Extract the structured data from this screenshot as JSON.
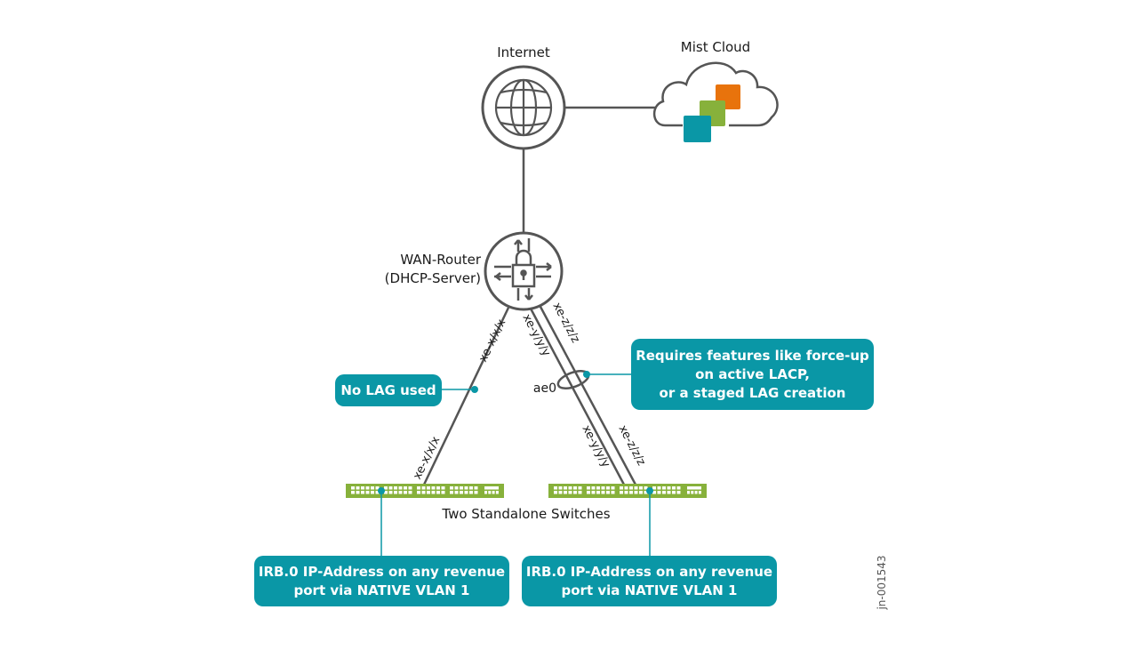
{
  "nodes": {
    "internet": {
      "label": "Internet",
      "icon": "globe-icon"
    },
    "mist_cloud": {
      "label": "Mist Cloud",
      "icon": "cloud-icon",
      "colors": [
        "#e8730c",
        "#87b13b",
        "#0a97a6"
      ]
    },
    "wan_router": {
      "label_line1": "WAN-Router",
      "label_line2": "(DHCP-Server)",
      "icon": "router-lock-icon"
    },
    "switches": {
      "label": "Two Standalone Switches",
      "color": "#87b13b"
    }
  },
  "links": {
    "left_top": "xe-x/x/x",
    "left_bottom": "xe-x/x/x",
    "mid_top": "xe-y/y/y",
    "mid_bottom": "xe-y/y/y",
    "right_top": "xe-z/z/z",
    "right_bottom": "xe-z/z/z",
    "lag": "ae0"
  },
  "callouts": {
    "no_lag": "No LAG used",
    "lag_note": [
      "Requires features like force-up",
      "on active LACP,",
      "or a staged LAG creation"
    ],
    "irb_left": [
      "IRB.0 IP-Address on any revenue",
      "port via NATIVE VLAN 1"
    ],
    "irb_right": [
      "IRB.0 IP-Address on any revenue",
      "port via NATIVE VLAN 1"
    ]
  },
  "colors": {
    "accent": "#0a97a6",
    "line": "#555555",
    "switch": "#87b13b"
  },
  "doc_id": "jn-001543"
}
